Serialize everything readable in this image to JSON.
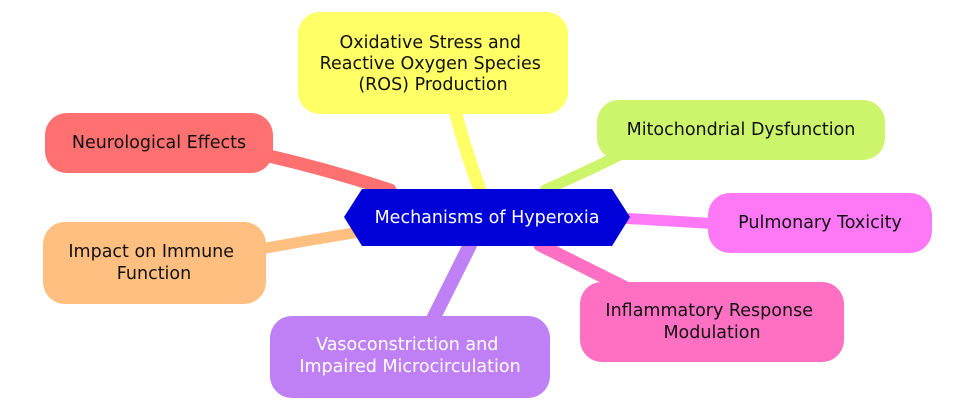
{
  "colors": {
    "center": "#0000d9",
    "center_text": "#ffffff",
    "oxidative": "#ffff66",
    "mitochondrial": "#ccf56c",
    "pulmonary": "#ff79f7",
    "inflammatory": "#ff70c3",
    "vasoconstriction": "#c080f5",
    "immune": "#ffbf80",
    "neurological": "#ff7070",
    "dark_text": "#111111"
  },
  "center": {
    "label": "Mechanisms of Hyperoxia"
  },
  "branches": [
    {
      "id": "oxidative",
      "lines": [
        "Oxidative Stress and",
        "Reactive Oxygen Species",
        "(ROS) Production"
      ]
    },
    {
      "id": "mitochondrial",
      "lines": [
        "Mitochondrial Dysfunction"
      ]
    },
    {
      "id": "pulmonary",
      "lines": [
        "Pulmonary Toxicity"
      ]
    },
    {
      "id": "inflammatory",
      "lines": [
        "Inflammatory Response",
        "Modulation"
      ]
    },
    {
      "id": "vasoconstriction",
      "lines": [
        "Vasoconstriction and",
        "Impaired Microcirculation"
      ]
    },
    {
      "id": "immune",
      "lines": [
        "Impact on Immune",
        "Function"
      ]
    },
    {
      "id": "neurological",
      "lines": [
        "Neurological Effects"
      ]
    }
  ]
}
